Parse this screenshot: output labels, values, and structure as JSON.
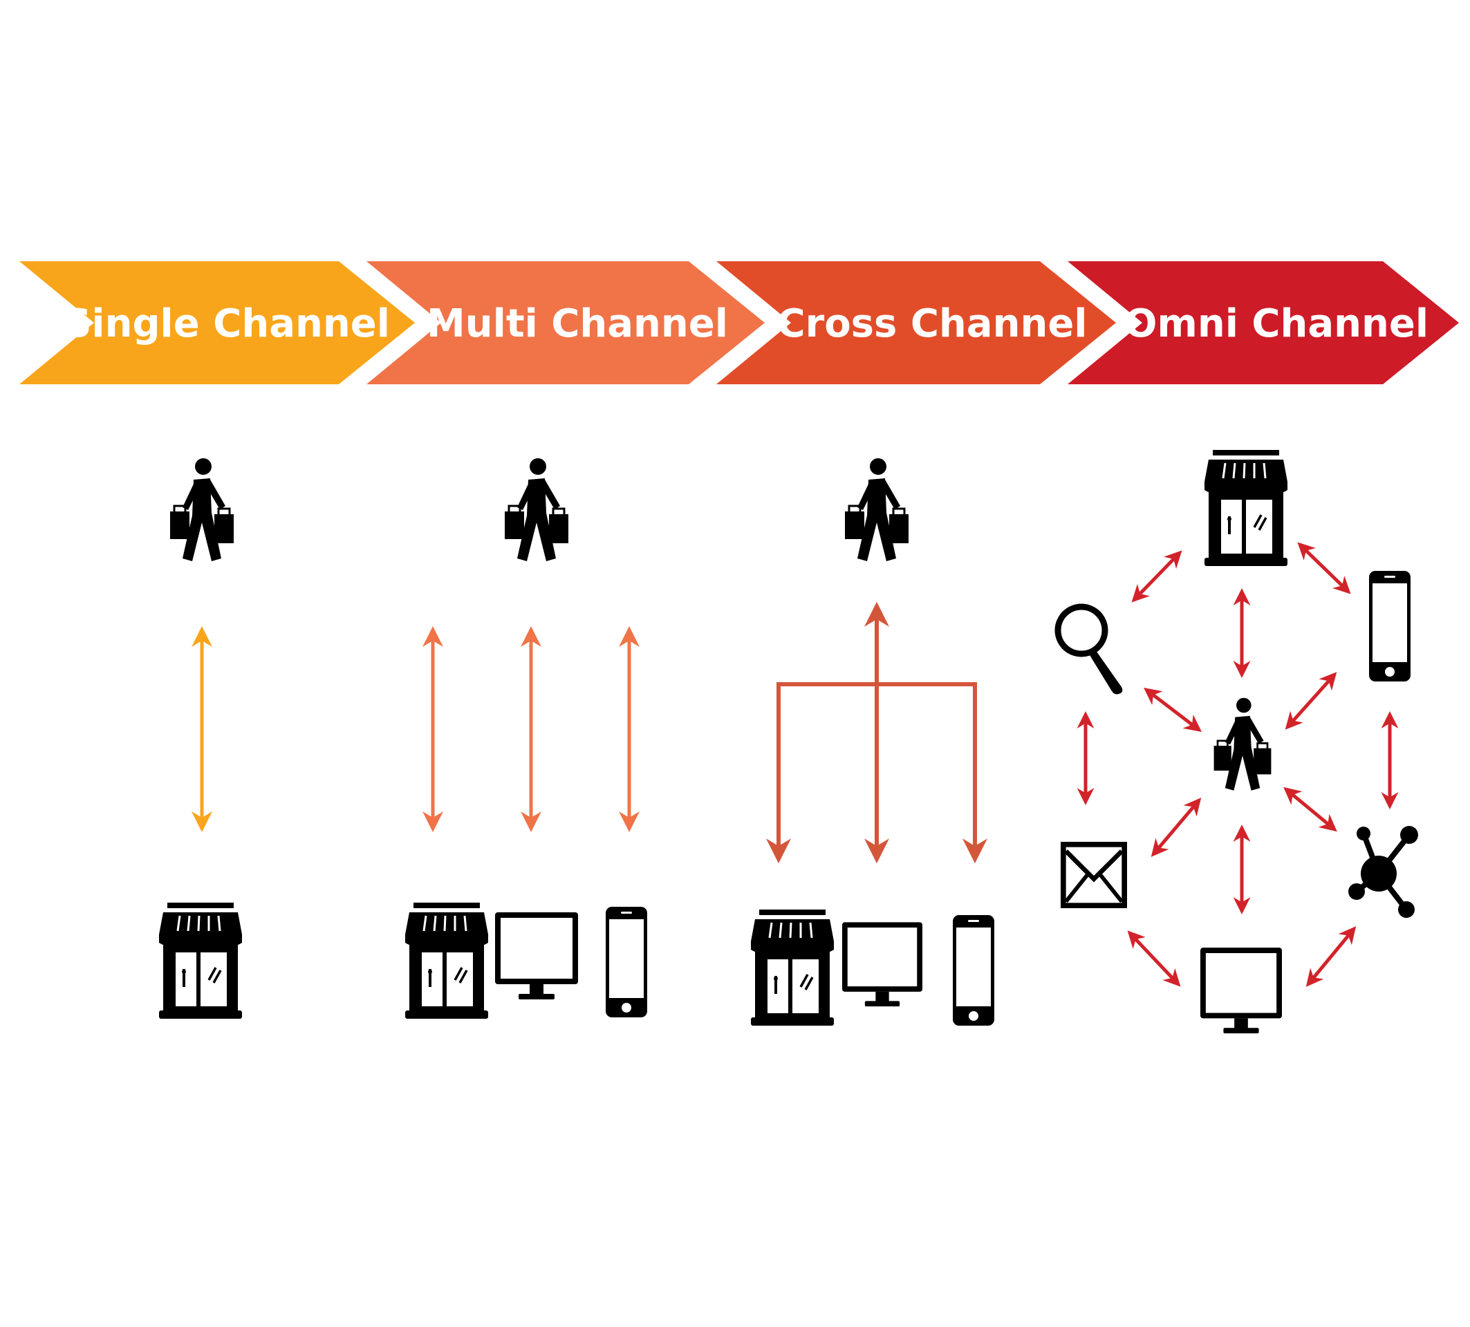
{
  "stages": [
    {
      "label": "Single Channel",
      "color": "#F9A51B"
    },
    {
      "label": "Multi Channel",
      "color": "#F07448"
    },
    {
      "label": "Cross Channel",
      "color": "#E24D29"
    },
    {
      "label": "Omni Channel",
      "color": "#CE1B28"
    }
  ],
  "icons": {
    "shopper": "shopper-icon",
    "store": "store-icon",
    "computer": "computer-icon",
    "phone": "phone-icon",
    "search": "search-icon",
    "email": "email-icon",
    "social": "social-network-icon"
  },
  "arrow_colors": {
    "single": "#F9A51B",
    "multi": "#F07448",
    "cross": "#D4563A",
    "omni": "#D2232A"
  }
}
